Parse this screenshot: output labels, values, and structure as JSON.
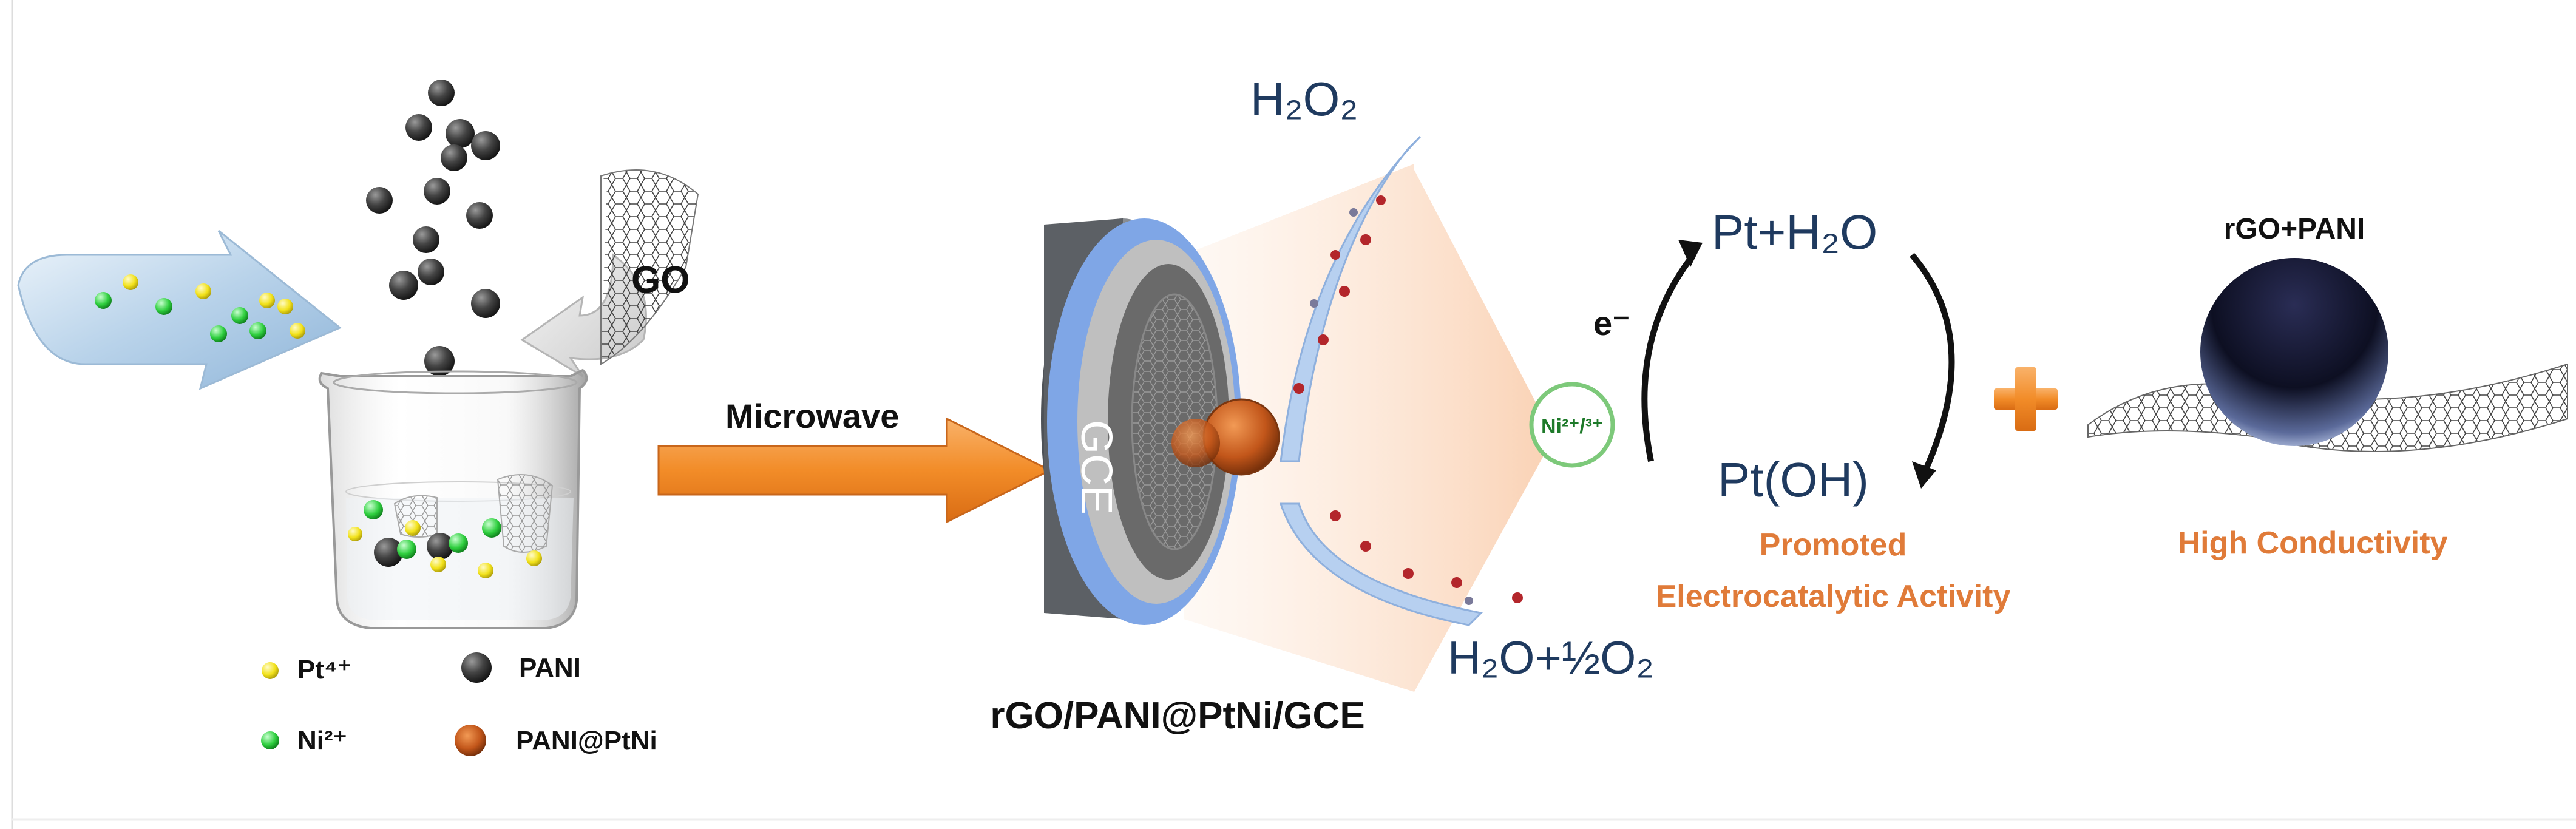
{
  "labels": {
    "go": "GO",
    "microwave": "Microwave",
    "gce": "GCE",
    "electrode_name": "rGO/PANI@PtNi/GCE",
    "h2o2": "H₂O₂",
    "h2o_half_o2": "H₂O+½O₂",
    "pt_h2o": "Pt+H₂O",
    "pt_oh": "Pt(OH)",
    "electron": "e⁻",
    "nickel_ion": "Ni²⁺/³⁺",
    "promoted_line1": "Promoted",
    "promoted_line2": "Electrocatalytic Activity",
    "rgo_pani": "rGO+PANI",
    "high_conductivity": "High Conductivity"
  },
  "legend": {
    "pt": "Pt⁴⁺",
    "ni": "Ni²⁺",
    "pani": "PANI",
    "pani_ptni": "PANI@PtNi"
  },
  "colors": {
    "orange_text": "#e07b39",
    "dark_blue_text": "#1f3a5f",
    "arrow_orange": "#f28c28",
    "pt_yellow": "#f2e21a",
    "ni_green": "#2fcf3f",
    "pani_dark": "#3a3a3a",
    "electrode_gray": "#6f7378",
    "electrode_blue": "#7fa6e6",
    "peach": "#fbd7bf"
  },
  "icons": {
    "go_sheet": "graphene-sheet-icon",
    "beaker": "beaker-icon",
    "plus": "plus-icon"
  }
}
